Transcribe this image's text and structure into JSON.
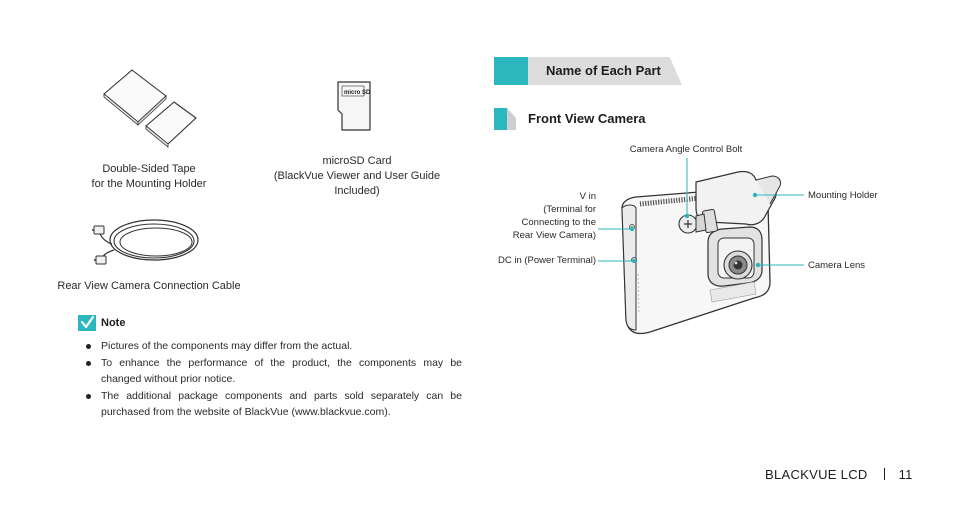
{
  "components": {
    "tape": {
      "caption_lines": [
        "Double-Sided Tape",
        "for the Mounting Holder"
      ]
    },
    "sdcard": {
      "caption_lines": [
        "microSD Card",
        "(BlackVue Viewer and User Guide",
        "Included)"
      ],
      "logo_text": "micro SD"
    },
    "cable": {
      "caption_lines": [
        "Rear View Camera Connection Cable"
      ]
    }
  },
  "note": {
    "title": "Note",
    "items": [
      "Pictures of the components may differ from the actual.",
      "To enhance the performance of the product, the components may be changed without prior notice.",
      "The additional package components and parts sold separately can be purchased from the website of BlackVue  (www.blackvue.com)."
    ]
  },
  "section": {
    "title": "Name of Each Part"
  },
  "subsection": {
    "title": "Front View Camera"
  },
  "callouts": {
    "angle_bolt": "Camera Angle Control Bolt",
    "v_in_lines": [
      "V in",
      "(Terminal for",
      "Connecting to the",
      "Rear View Camera)"
    ],
    "dc_in": "DC in (Power Terminal)",
    "mounting_holder": "Mounting Holder",
    "camera_lens": "Camera Lens"
  },
  "footer": {
    "product": "BLACKVUE LCD",
    "page": "11"
  },
  "colors": {
    "accent": "#2cb6bd",
    "header_grey": "#dcdcdc"
  }
}
